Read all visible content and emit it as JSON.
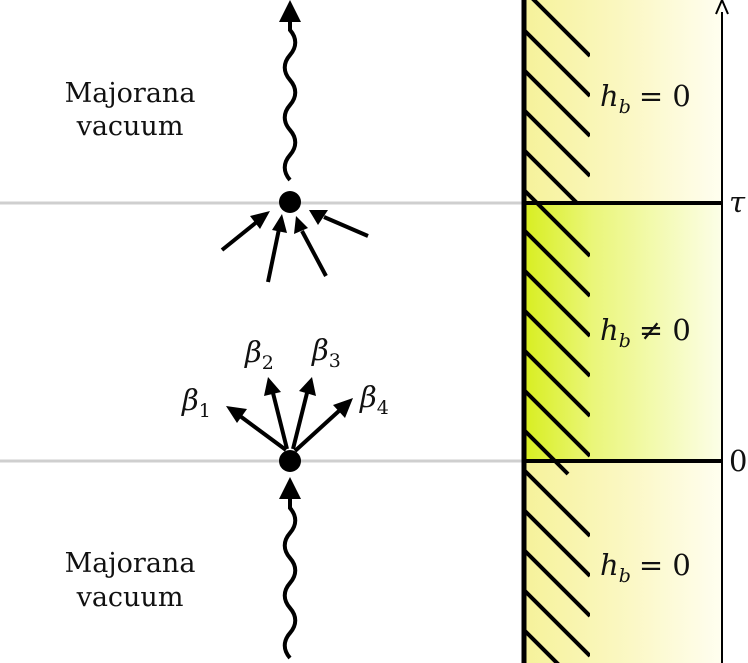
{
  "regions": {
    "top": {
      "label_line1": "Majorana",
      "label_line2": "vacuum",
      "field_var": "h",
      "field_sub": "b",
      "field_rel": "= 0"
    },
    "middle": {
      "field_var": "h",
      "field_sub": "b",
      "field_rel": "≠ 0"
    },
    "bottom": {
      "label_line1": "Majorana",
      "label_line2": "vacuum",
      "field_var": "h",
      "field_sub": "b",
      "field_rel": "= 0"
    }
  },
  "axis": {
    "upper_mark": "τ",
    "lower_mark": "0"
  },
  "betas": [
    {
      "symbol": "β",
      "index": "1"
    },
    {
      "symbol": "β",
      "index": "2"
    },
    {
      "symbol": "β",
      "index": "3"
    },
    {
      "symbol": "β",
      "index": "4"
    }
  ],
  "colors": {
    "boundary_yellow": "#f6f29a",
    "boundary_green": "#d8ee20",
    "gridline": "#cfcfcf",
    "ink": "#000000"
  }
}
